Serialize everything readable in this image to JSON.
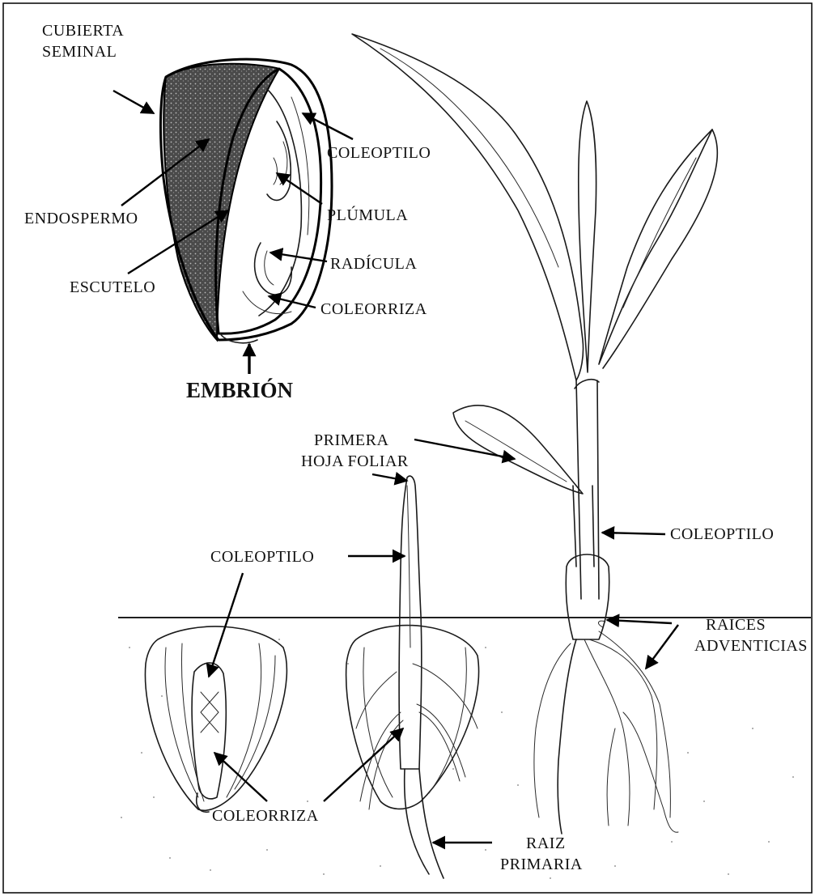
{
  "labels": {
    "seed_coat_line1": "CUBIERTA",
    "seed_coat_line2": "SEMINAL",
    "endosperm": "ENDOSPERMO",
    "scutellum": "ESCUTELO",
    "coleoptile_top": "COLEOPTILO",
    "plumule": "PLÚMULA",
    "radicle": "RADÍCULA",
    "coleorhiza_top": "COLEORRIZA",
    "embryo": "EMBRIÓN",
    "first_leaf_line1": "PRIMERA",
    "first_leaf_line2": "HOJA FOLIAR",
    "coleoptile_right": "COLEOPTILO",
    "coleoptile_mid": "COLEOPTILO",
    "adventitious_line1": "RAICES",
    "adventitious_line2": "ADVENTICIAS",
    "coleorhiza_bottom": "COLEORRIZA",
    "primary_root_line1": "RAIZ",
    "primary_root_line2": "PRIMARIA"
  },
  "colors": {
    "ink": "#1a1a1a",
    "endosperm_fill": "#3a3a3a",
    "soil_dots": "#9a9a9a",
    "background": "#ffffff"
  }
}
